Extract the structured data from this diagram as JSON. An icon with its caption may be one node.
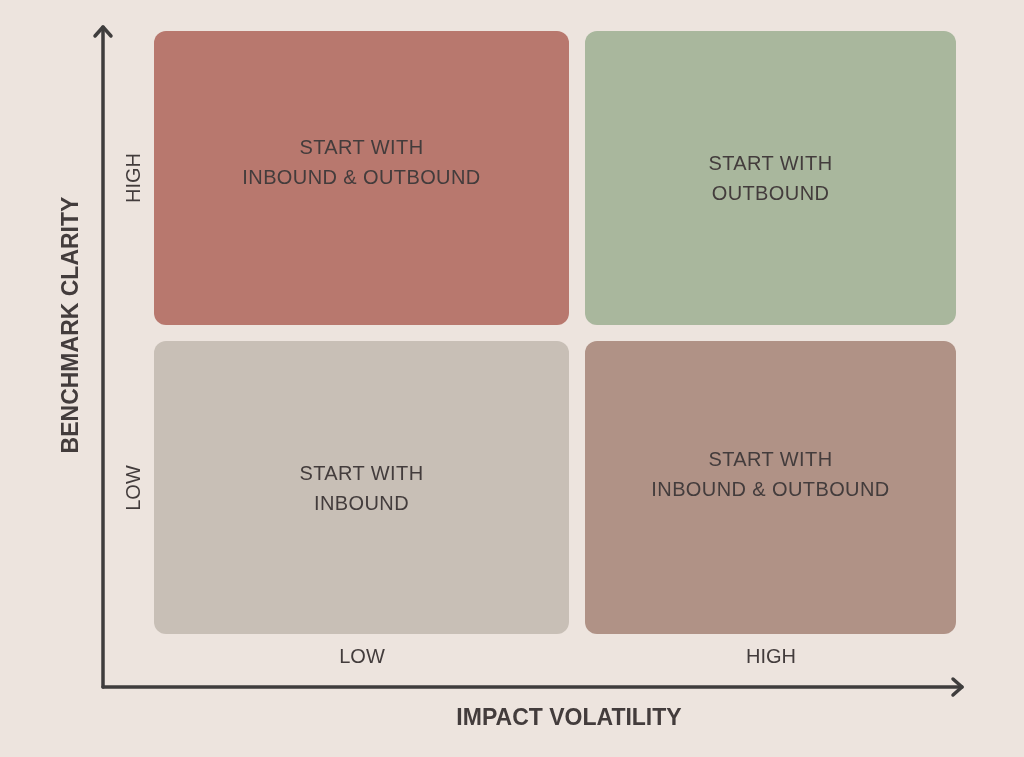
{
  "diagram": {
    "nodes": [
      {
        "text": [
          "START WITH INBOUND & OUTBOUND"
        ]
      },
      {
        "text": [
          "START WITH OUTBOUND"
        ]
      },
      {
        "text": [
          "START WITH INBOUND"
        ]
      },
      {
        "text": [
          "START WITH INBOUND & OUTBOUND"
        ]
      }
    ],
    "labels": [
      "BENCHMARK CLARITY",
      "HIGH",
      "LOW",
      "LOW",
      "HIGH",
      "IMPACT VOLATILITY"
    ]
  }
}
